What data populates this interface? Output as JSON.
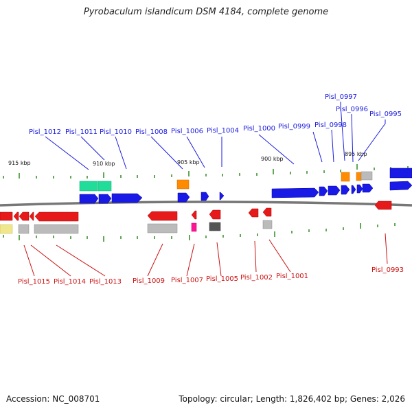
{
  "title": "Pyrobaculum islandicum DSM 4184, complete genome",
  "accession": "Accession: NC_008701",
  "summary": "Topology: circular; Length: 1,826,402 bp; Genes: 2,026",
  "colors": {
    "top_label": "#1a1ae0",
    "bottom_label": "#cc1111",
    "tick": "#2e8b1f",
    "blue": "#1a1ae6",
    "red": "#e61a1a",
    "teal": "#22dd99",
    "orange": "#ff8c00",
    "gray": "#aaaaaa",
    "darkgray": "#555555",
    "magenta": "#ff1493",
    "yellow": "#f0e68c",
    "backbone": "#777777"
  },
  "scale_labels": [
    "915 kbp",
    "910 kbp",
    "905 kbp",
    "900 kbp",
    "895 kbp"
  ],
  "top_labels": [
    "Pisl_1012",
    "Pisl_1011",
    "Pisl_1010",
    "Pisl_1008",
    "Pisl_1006",
    "Pisl_1004",
    "Pisl_1000",
    "Pisl_0999",
    "Pisl_0998",
    "Pisl_0997",
    "Pisl_0996",
    "Pisl_0995"
  ],
  "bottom_labels": [
    "Pisl_1015",
    "Pisl_1014",
    "Pisl_1013",
    "Pisl_1009",
    "Pisl_1007",
    "Pisl_1005",
    "Pisl_1002",
    "Pisl_1001",
    "Pisl_0993"
  ]
}
